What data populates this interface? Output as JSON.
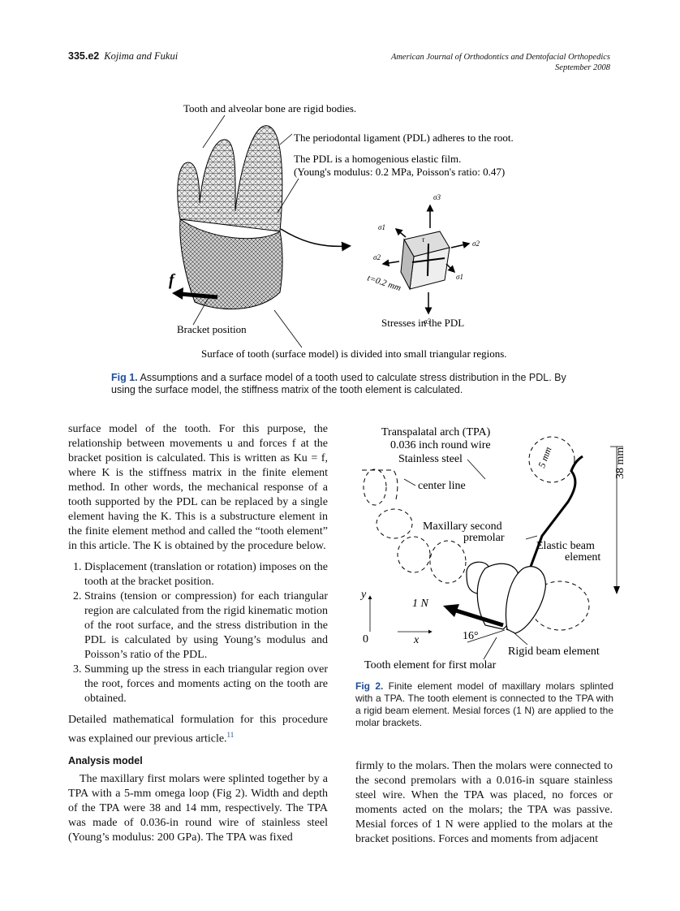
{
  "header": {
    "page_num": "335.e2",
    "authors": "Kojima and Fukui",
    "journal": "American Journal of Orthodontics and Dentofacial Orthopedics",
    "date": "September 2008"
  },
  "fig1": {
    "label_rigid": "Tooth and alveolar bone are rigid bodies.",
    "label_pdl": "The periodontal ligament (PDL) adheres to the root.",
    "label_homog": "The PDL is a homogenious elastic film.",
    "label_youngs": "(Young's modulus: 0.2 MPa, Poisson's ratio: 0.47)",
    "label_f": "f",
    "label_bracket": "Bracket position",
    "label_stresses": "Stresses in the PDL",
    "label_surface": "Surface of tooth (surface model) is divided into small triangular regions.",
    "label_thick": "t=0.2 mm",
    "sigma1": "σ1",
    "sigma2": "σ2",
    "sigma3": "σ3",
    "tau": "τ",
    "caption_label": "Fig 1.",
    "caption_text": "Assumptions and a surface model of a tooth used to calculate stress distribution in the PDL. By using the surface model, the stiffness matrix of the tooth element is calculated."
  },
  "fig2": {
    "title1": "Transpalatal arch (TPA)",
    "title2": "0.036 inch round wire",
    "title3": "Stainless steel",
    "center_line": "center line",
    "omega": "5 mm",
    "depth": "38 mm",
    "premolar1": "Maxillary second",
    "premolar2": "premolar",
    "elastic1": "Elastic beam",
    "elastic2": "element",
    "force": "1 N",
    "angle": "16°",
    "origin": "0",
    "y": "y",
    "x": "x",
    "rigid": "Rigid beam element",
    "tooth_el": "Tooth element for first molar",
    "caption_label": "Fig 2.",
    "caption_text": "Finite element model of maxillary molars splinted with a TPA. The tooth element is connected to the TPA with a rigid beam element. Mesial forces (1 N) are applied to the molar brackets."
  },
  "body": {
    "intro": "surface model of the tooth. For this purpose, the relationship between movements u and forces f at the bracket position is calculated. This is written as Ku = f, where K is the stiffness matrix in the finite element method. In other words, the mechanical response of a tooth supported by the PDL can be replaced by a single element having the K. This is a substructure element in the finite element method and called the “tooth element” in this article. The K is obtained by the procedure below.",
    "steps": [
      "Displacement (translation or rotation) imposes on the tooth at the bracket position.",
      "Strains (tension or compression) for each triangular region are calculated from the rigid kinematic motion of the root surface, and the stress distribution in the PDL is calculated by using Young’s modulus and Poisson’s ratio of the PDL.",
      "Summing up the stress in each triangular region over the root, forces and moments acting on the tooth are obtained."
    ],
    "after": "Detailed mathematical formulation for this procedure was explained our previous article.",
    "ref11": "11",
    "heading": "Analysis model",
    "analysis": "The maxillary first molars were splinted together by a TPA with a 5-mm omega loop (Fig 2). Width and depth of the TPA were 38 and 14 mm, respectively. The TPA was made of 0.036-in round wire of stainless steel (Young’s modulus: 200 GPa). The TPA was fixed",
    "right": "firmly to the molars. Then the molars were connected to the second premolars with a 0.016-in square stainless steel wire. When the TPA was placed, no forces or moments acted on the molars; the TPA was passive. Mesial forces of 1 N were applied to the molars at the bracket positions. Forces and moments from adjacent"
  }
}
